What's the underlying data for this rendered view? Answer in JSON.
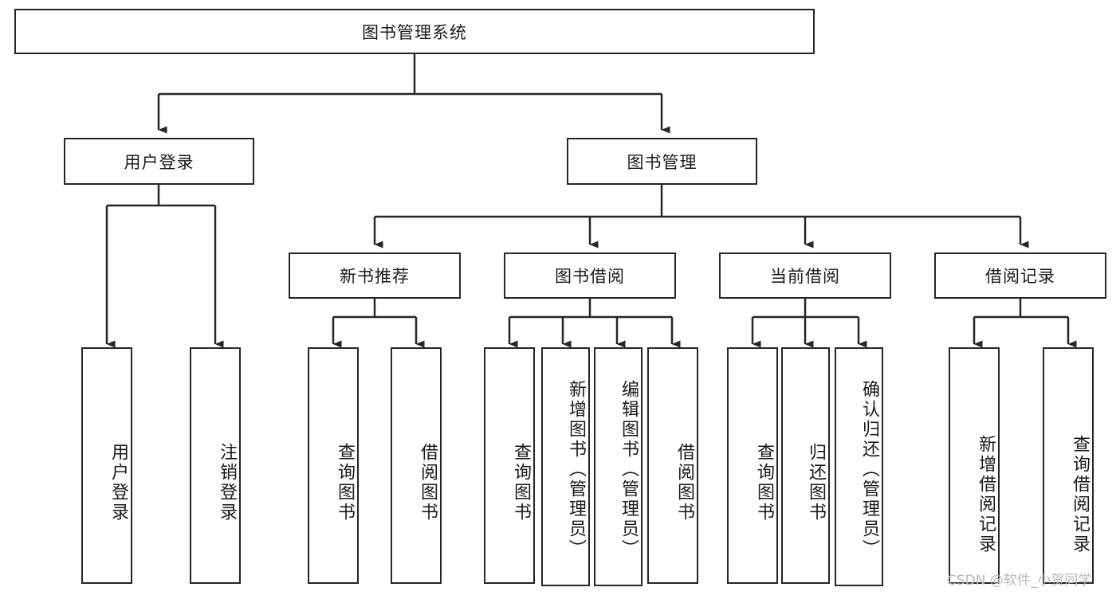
{
  "diagram": {
    "title": "图书管理系统",
    "type": "hierarchy-tree",
    "watermark": "CSDN @软件_小贺同学",
    "colors": {
      "stroke": "#262626",
      "fill": "#ffffff",
      "text": "#1a1a1a",
      "watermark": "#b9b9b9"
    },
    "nodes": {
      "root": {
        "label": "图书管理系统",
        "level": 0,
        "orientation": "horizontal"
      },
      "l1": [
        {
          "id": "user-login",
          "label": "用户登录",
          "level": 1,
          "orientation": "horizontal"
        },
        {
          "id": "book-manage",
          "label": "图书管理",
          "level": 1,
          "orientation": "horizontal"
        }
      ],
      "l2": [
        {
          "id": "new-book-rec",
          "label": "新书推荐",
          "level": 2,
          "orientation": "horizontal"
        },
        {
          "id": "book-borrow",
          "label": "图书借阅",
          "level": 2,
          "orientation": "horizontal"
        },
        {
          "id": "current-borrow",
          "label": "当前借阅",
          "level": 2,
          "orientation": "horizontal"
        },
        {
          "id": "borrow-record",
          "label": "借阅记录",
          "level": 2,
          "orientation": "horizontal"
        }
      ],
      "leaves": {
        "user_login": [
          {
            "id": "leaf-user-login",
            "label": "用户登录"
          },
          {
            "id": "leaf-user-logout",
            "label": "注销登录"
          }
        ],
        "new_book_rec": [
          {
            "id": "leaf-query-book-1",
            "label": "查询图书"
          },
          {
            "id": "leaf-borrow-book-1",
            "label": "借阅图书"
          }
        ],
        "book_borrow": [
          {
            "id": "leaf-query-book-2",
            "label": "查询图书"
          },
          {
            "id": "leaf-add-book",
            "label": "新增图书（管理员）"
          },
          {
            "id": "leaf-edit-book",
            "label": "编辑图书（管理员）"
          },
          {
            "id": "leaf-borrow-book-2",
            "label": "借阅图书"
          }
        ],
        "current_borrow": [
          {
            "id": "leaf-query-book-3",
            "label": "查询图书"
          },
          {
            "id": "leaf-return-book",
            "label": "归还图书"
          },
          {
            "id": "leaf-confirm-return",
            "label": "确认归还（管理员）"
          }
        ],
        "borrow_record": [
          {
            "id": "leaf-add-record",
            "label": "新增借阅记录"
          },
          {
            "id": "leaf-query-record",
            "label": "查询借阅记录"
          }
        ]
      }
    }
  }
}
